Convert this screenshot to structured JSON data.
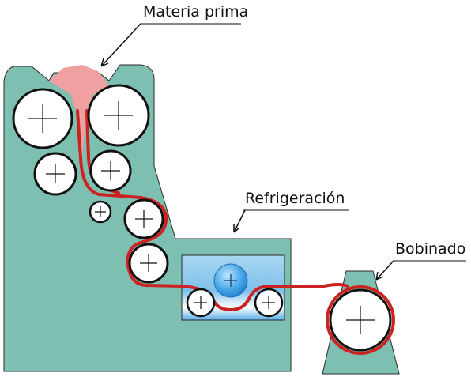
{
  "labels": {
    "raw_material": "Materia prima",
    "cooling": "Refrigeración",
    "winding": "Bobinado"
  },
  "colors": {
    "machine_body": "#7dbfb0",
    "raw_material": "#f0a0a0",
    "film": "#cc2222",
    "roller_fill": "#ffffff",
    "roller_stroke": "#111111",
    "cooling_bath_top": "#a8d4f0",
    "cooling_roller": "#3f9fe0"
  }
}
